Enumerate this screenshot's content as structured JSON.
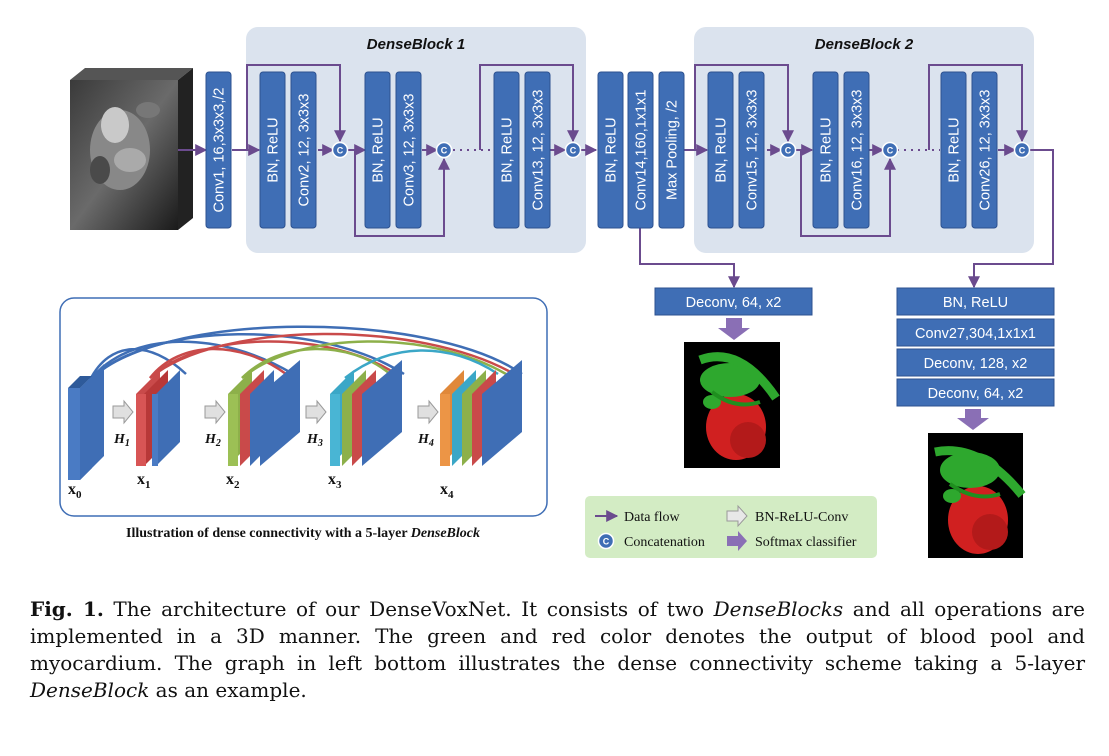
{
  "figure": {
    "denseblock1_title": "DenseBlock 1",
    "denseblock2_title": "DenseBlock 2",
    "concat_symbol": "C",
    "main_blocks": [
      {
        "id": "conv1",
        "label": "Conv1, 16,3x3x3,/2"
      },
      {
        "id": "bn1",
        "label": "BN, ReLU"
      },
      {
        "id": "conv2",
        "label": "Conv2, 12, 3x3x3"
      },
      {
        "id": "bn3",
        "label": "BN, ReLU"
      },
      {
        "id": "conv3",
        "label": "Conv3, 12, 3x3x3"
      },
      {
        "id": "bn13",
        "label": "BN, ReLU"
      },
      {
        "id": "conv13",
        "label": "Conv13, 12, 3x3x3"
      },
      {
        "id": "bn14",
        "label": "BN, ReLU"
      },
      {
        "id": "conv14",
        "label": "Conv14,160,1x1x1"
      },
      {
        "id": "maxpool",
        "label": "Max Pooling, /2"
      },
      {
        "id": "bn15",
        "label": "BN, ReLU"
      },
      {
        "id": "conv15",
        "label": "Conv15, 12, 3x3x3"
      },
      {
        "id": "bn16",
        "label": "BN, ReLU"
      },
      {
        "id": "conv16",
        "label": "Conv16, 12, 3x3x3"
      },
      {
        "id": "bn26",
        "label": "BN, ReLU"
      },
      {
        "id": "conv26",
        "label": "Conv26, 12, 3x3x3"
      }
    ],
    "branch1_block": "Deconv, 64, x2",
    "branch2_blocks": [
      "BN, ReLU",
      "Conv27,304,1x1x1",
      "Deconv, 128, x2",
      "Deconv, 64, x2"
    ],
    "dense_illustration": {
      "caption_prefix": "Illustration of dense connectivity with a 5-layer ",
      "caption_italic": "DenseBlock",
      "transition_labels": [
        "H",
        "H",
        "H",
        "H"
      ],
      "transition_subs": [
        "1",
        "2",
        "3",
        "4"
      ],
      "node_labels": [
        "x",
        "x",
        "x",
        "x",
        "x"
      ],
      "node_subs": [
        "0",
        "1",
        "2",
        "3",
        "4"
      ]
    },
    "legend": {
      "data_flow": "Data flow",
      "concatenation": "Concatenation",
      "bn_relu_conv": "BN-ReLU-Conv",
      "softmax": "Softmax classifier"
    },
    "colors": {
      "block_blue": "#3f6eb5",
      "denseblock_bg": "#dbe3ee",
      "flow_purple": "#6b4b8e",
      "legend_bg": "#d3ecc4",
      "blood_pool_green": "#2ea82e",
      "myocardium_red": "#d02020"
    }
  },
  "caption": {
    "label": "Fig. 1.",
    "t1": " The architecture of our DenseVoxNet. It consists of two ",
    "i1": "DenseBlocks",
    "t2": " and all operations are implemented in a 3D manner. The green and red color denotes the output of blood pool and myocardium. The graph in left bottom illustrates the dense connectivity scheme taking a 5-layer ",
    "i2": "DenseBlock",
    "t3": " as an example."
  }
}
